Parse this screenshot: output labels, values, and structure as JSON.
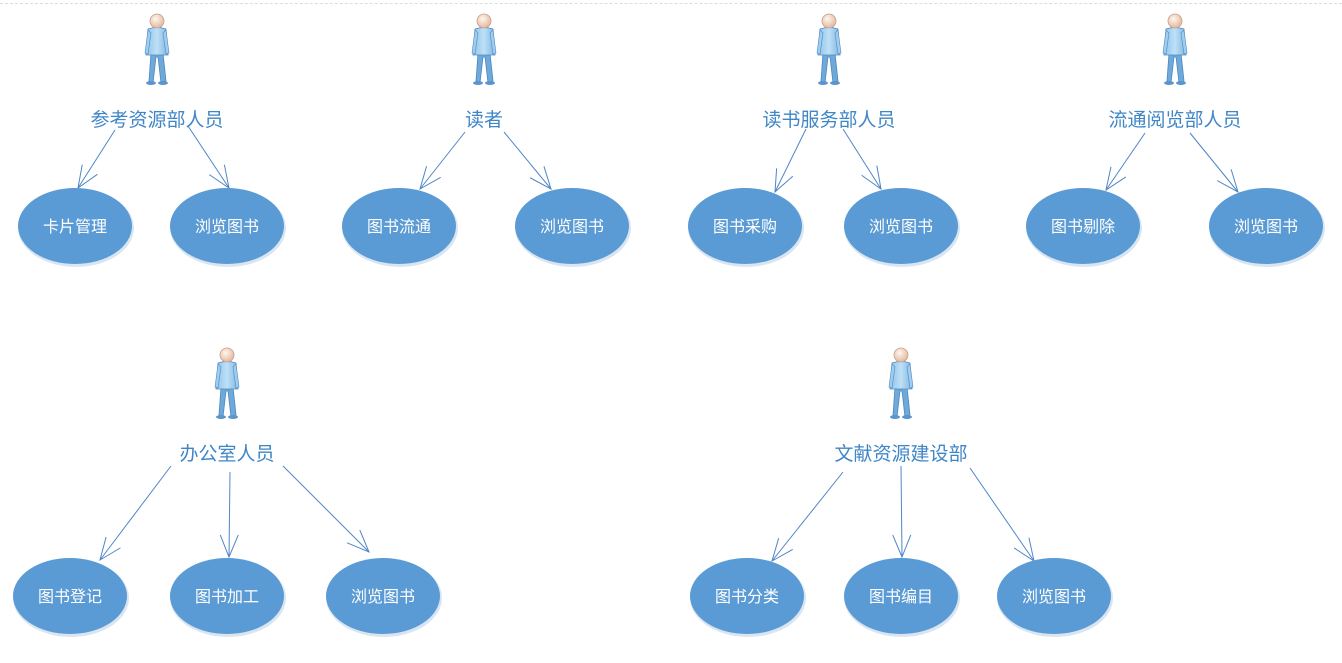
{
  "diagram": {
    "type": "use-case",
    "groups": [
      {
        "actor": "参考资源部人员",
        "use_cases": [
          "卡片管理",
          "浏览图书"
        ]
      },
      {
        "actor": "读者",
        "use_cases": [
          "图书流通",
          "浏览图书"
        ]
      },
      {
        "actor": "读书服务部人员",
        "use_cases": [
          "图书采购",
          "浏览图书"
        ]
      },
      {
        "actor": "流通阅览部人员",
        "use_cases": [
          "图书剔除",
          "浏览图书"
        ]
      },
      {
        "actor": "办公室人员",
        "use_cases": [
          "图书登记",
          "图书加工",
          "浏览图书"
        ]
      },
      {
        "actor": "文献资源建设部",
        "use_cases": [
          "图书分类",
          "图书编目",
          "浏览图书"
        ]
      }
    ]
  },
  "colors": {
    "use_case_fill": "#5b9bd5",
    "actor_label": "#3f86c7",
    "arrow": "#4f86c6"
  }
}
